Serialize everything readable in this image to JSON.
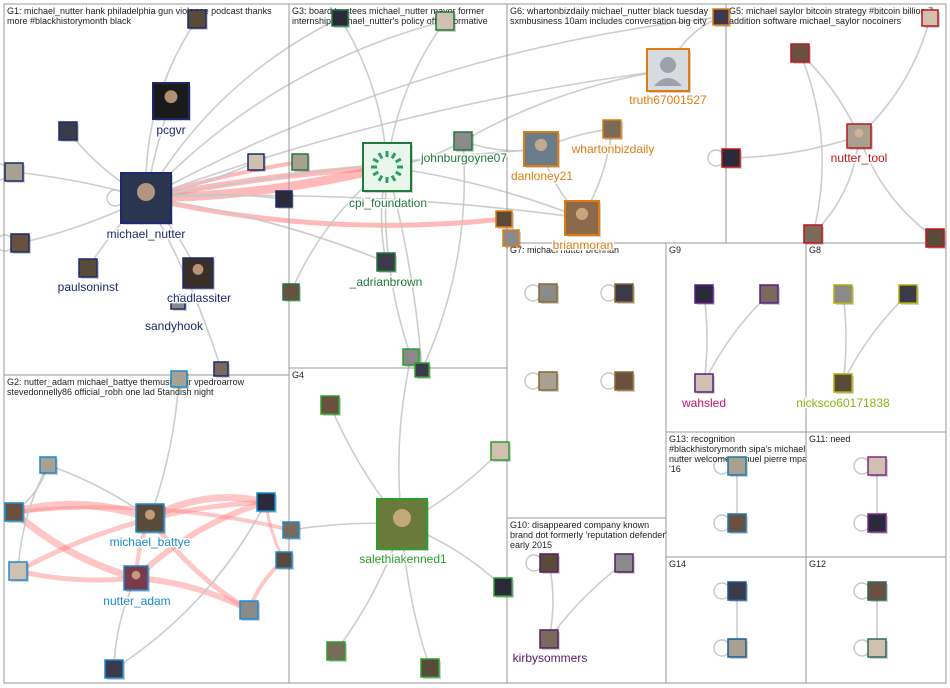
{
  "graph": {
    "panels": [
      {
        "id": "G1",
        "title": [
          "G1: michael_nutter hank philadelphia gun violence podcast thanks",
          "more #blackhistorymonth black"
        ]
      },
      {
        "id": "G3",
        "title": [
          "G3: board trustees michael_nutter mayor former",
          "internship michael_nutter's policy office formative"
        ]
      },
      {
        "id": "G6",
        "title": [
          "G6: whartonbizdaily michael_nutter black tuesday",
          "sxmbusiness 10am includes conversation big city"
        ]
      },
      {
        "id": "G5",
        "title": [
          "G5: michael saylor bitcoin strategy #bitcoin billion 7",
          "addition software michael_saylor nocoiners"
        ]
      },
      {
        "id": "G7",
        "title": [
          "G7: michael nutter brennan"
        ]
      },
      {
        "id": "G9",
        "title": [
          "G9"
        ]
      },
      {
        "id": "G8",
        "title": [
          "G8"
        ]
      },
      {
        "id": "G2",
        "title": [
          "G2: nutter_adam michael_battye themusictour vpedroarrow",
          "stevedonnelly86 official_robh one lad 5tandish night"
        ]
      },
      {
        "id": "G4",
        "title": [
          "G4"
        ]
      },
      {
        "id": "G13",
        "title": [
          "G13: recognition",
          "#blackhistorymonth sipa's michael",
          "nutter welcome samuel pierre mpa",
          "'16"
        ]
      },
      {
        "id": "G11",
        "title": [
          "G11: need"
        ]
      },
      {
        "id": "G10",
        "title": [
          "G10: disappeared company known",
          "brand dot formerly 'reputation defender'",
          "early 2015"
        ]
      },
      {
        "id": "G14",
        "title": [
          "G14"
        ]
      },
      {
        "id": "G12",
        "title": [
          "G12"
        ]
      }
    ],
    "labeled_nodes": [
      {
        "id": "michael_nutter",
        "label": "michael_nutter",
        "color": "#1a2a6c"
      },
      {
        "id": "pcgvr",
        "label": "pcgvr",
        "color": "#1a2a6c"
      },
      {
        "id": "paulsoninst",
        "label": "paulsoninst",
        "color": "#1a2a6c"
      },
      {
        "id": "chadlassiter",
        "label": "chadlassiter",
        "color": "#1a2a6c"
      },
      {
        "id": "sandyhook",
        "label": "sandyhook",
        "color": "#1a2a6c"
      },
      {
        "id": "cpi_foundation",
        "label": "cpi_foundation",
        "color": "#1e7a3a"
      },
      {
        "id": "johnburgoyne07",
        "label": "johnburgoyne07",
        "color": "#1e7a3a"
      },
      {
        "id": "_adrianbrown",
        "label": "_adrianbrown",
        "color": "#1e7a3a"
      },
      {
        "id": "truth67001527",
        "label": "truth67001527",
        "color": "#e07b10"
      },
      {
        "id": "whartonbizdaily",
        "label": "whartonbizdaily",
        "color": "#e07b10"
      },
      {
        "id": "danloney21",
        "label": "danloney21",
        "color": "#e07b10"
      },
      {
        "id": "brianmoran",
        "label": "brianmoran",
        "color": "#e07b10"
      },
      {
        "id": "nutter_tool",
        "label": "nutter_tool",
        "color": "#c0141c"
      },
      {
        "id": "wahsled",
        "label": "wahsled",
        "color": "#c0136a"
      },
      {
        "id": "nicksco60171838",
        "label": "nicksco60171838",
        "color": "#8ab410"
      },
      {
        "id": "michael_battye",
        "label": "michael_battye",
        "color": "#1a8ad0"
      },
      {
        "id": "nutter_adam",
        "label": "nutter_adam",
        "color": "#1a8ad0"
      },
      {
        "id": "salethiakenned1",
        "label": "salethiakenned1",
        "color": "#2aa02a"
      },
      {
        "id": "kirbysommers",
        "label": "kirbysommers",
        "color": "#5a1a6a"
      }
    ],
    "colors": {
      "G1": "#1a2a6c",
      "G3": "#1e7a3a",
      "G6": "#e07b10",
      "G5": "#c0141c",
      "G7": "#8a6a2a",
      "G9": "#5a1a8a",
      "G8": "#b0b000",
      "G2": "#1a8ad0",
      "G4": "#2aa02a",
      "G13": "#1a7ab0",
      "G11": "#7a2a8a",
      "G10": "#5a1a6a",
      "G14": "#1a5a9a",
      "G12": "#2a6a5a",
      "edge": "#c8c8c8",
      "heavy_edge": "#ff8080"
    }
  }
}
